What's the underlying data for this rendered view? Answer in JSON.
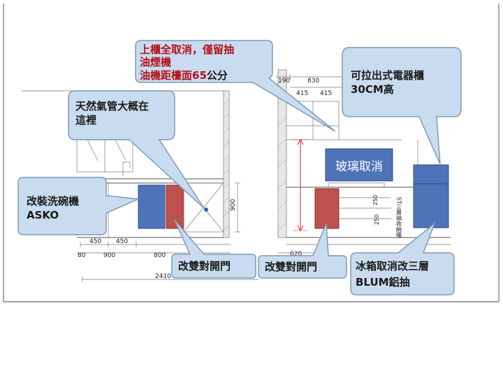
{
  "callouts": {
    "range_hood": {
      "line1": "上櫃全取消，僅留抽",
      "line2": "油煙機",
      "line3_prefix": "油機距檯面",
      "line3_num": "65",
      "line3_suffix": "公分"
    },
    "appliance_cabinet": {
      "line1": "可拉出式電器櫃",
      "line2": "30CM高"
    },
    "gas_pipe": {
      "line1": "天然氣管大概在",
      "line2": "這裡"
    },
    "dishwasher": {
      "line1": "改裝洗碗機",
      "line2": "ASKO"
    },
    "double_door_left": {
      "line1": "改雙對開門"
    },
    "double_door_right": {
      "line1": "改雙對開門"
    },
    "fridge": {
      "line1": "冰箱取消改三層",
      "line2": "BLUM鋁抽"
    }
  },
  "glass_label": "玻璃取消",
  "dimensions": {
    "top_190": "190",
    "top_830": "830",
    "top_415a": "415",
    "top_415b": "415",
    "left_450a": "450",
    "left_450b": "450",
    "left_900": "900",
    "left_800": "800",
    "left_80": "80",
    "total_2410": "2410",
    "height_900": "900",
    "right_620": "620",
    "right_250a": "250",
    "right_250b": "250"
  },
  "side_text": "ST三層抽收納櫃",
  "colors": {
    "dishwasher_blue": "#4e73b8",
    "door_red": "#c0504d",
    "callout_fill": "#c9dcef",
    "highlight_red": "#b3121b",
    "arrow_red": "#e02020"
  }
}
